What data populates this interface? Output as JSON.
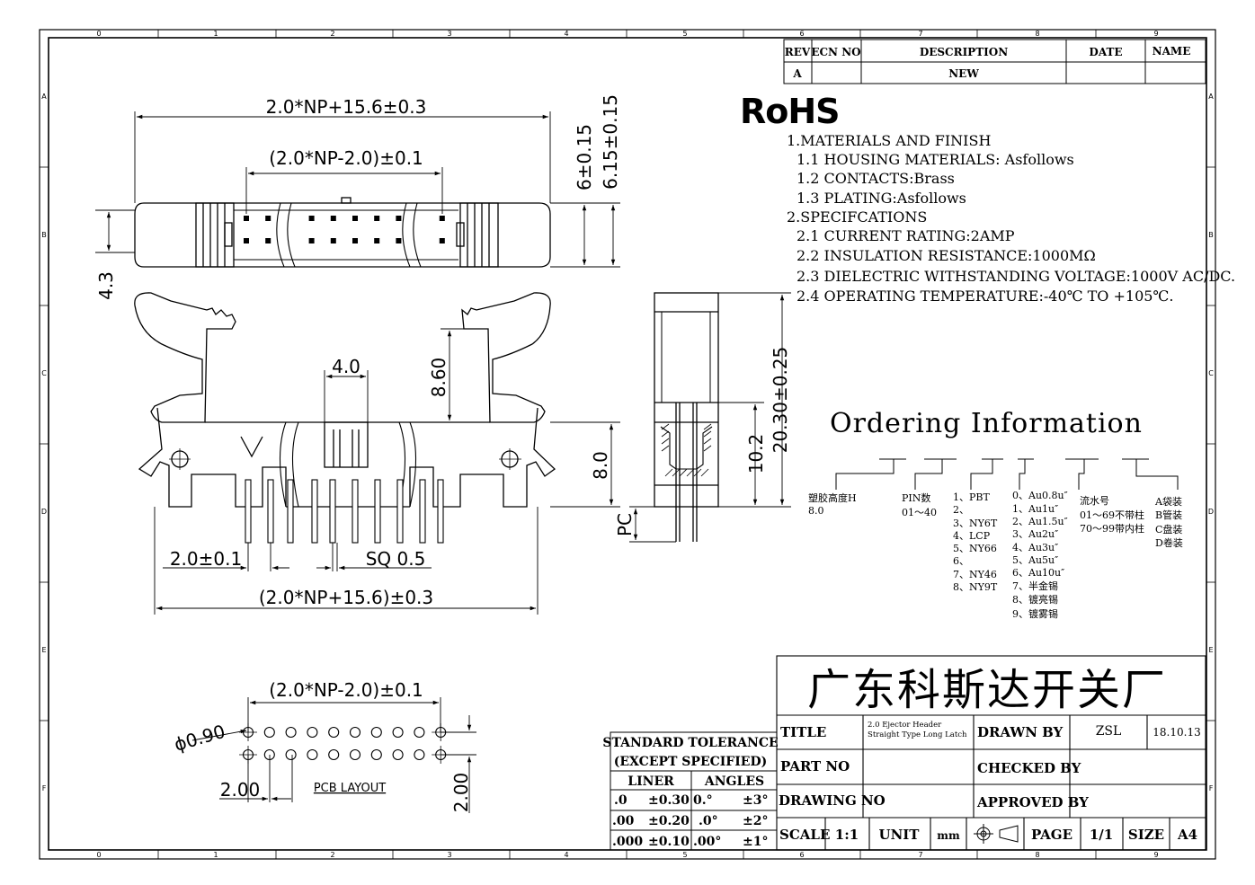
{
  "frame": {
    "col_labels": [
      "0",
      "1",
      "2",
      "3",
      "4",
      "5",
      "6",
      "7",
      "8",
      "9"
    ],
    "row_labels": [
      "A",
      "B",
      "C",
      "D",
      "E",
      "F"
    ]
  },
  "revision_table": {
    "headers": [
      "REV",
      "ECN NO",
      "DESCRIPTION",
      "DATE",
      "NAME"
    ],
    "row": {
      "rev": "A",
      "ecn": "",
      "description": "NEW",
      "date": "",
      "name": ""
    }
  },
  "rohs": "RoHS",
  "specs": [
    "1.MATERIALS AND FINISH",
    "1.1 HOUSING MATERIALS: Asfollows",
    "1.2 CONTACTS:Brass",
    "1.3 PLATING:Asfollows",
    "2.SPECIFCATIONS",
    "2.1 CURRENT RATING:2AMP",
    "2.2 INSULATION RESISTANCE:1000MΩ",
    "2.3 DIELECTRIC WITHSTANDING VOLTAGE:1000V AC/DC.",
    "2.4 OPERATING TEMPERATURE:-40℃ TO +105℃."
  ],
  "dimensions": {
    "top_overall": "2.0*NP+15.6±0.3",
    "top_pitch": "(2.0*NP-2.0)±0.1",
    "top_height_a": "6±0.15",
    "top_height_b": "6.15±0.15",
    "top_left": "4.3",
    "latch_width": "4.0",
    "latch_height": "8.60",
    "body_height": "8.0",
    "pitch": "2.0±0.1",
    "pin_sq": "SQ 0.5",
    "front_overall": "(2.0*NP+15.6)±0.3",
    "side_total": "20.30±0.25",
    "side_upper": "10.2",
    "side_pc": "PC",
    "pcb_pitch": "(2.0*NP-2.0)±0.1",
    "pcb_hole": "ϕ0.90",
    "pcb_x": "2.00",
    "pcb_y": "2.00",
    "pcb_label": "PCB LAYOUT"
  },
  "ordering": {
    "title": "Ordering Information",
    "col1": [
      "塑胶高度H",
      "8.0"
    ],
    "col2": [
      "PIN数",
      "01～40"
    ],
    "col3": [
      "1、PBT",
      "2、",
      "3、NY6T",
      "4、LCP",
      "5、NY66",
      "6、",
      "7、NY46",
      "8、NY9T"
    ],
    "col4": [
      "0、Au0.8u″",
      "1、Au1u″",
      "2、Au1.5u″",
      "3、Au2u″",
      "4、Au3u″",
      "5、Au5u″",
      "6、Au10u″",
      "7、半金锡",
      "8、镀亮锡",
      "9、镀雾锡"
    ],
    "col5": [
      "流水号",
      "01～69不带柱",
      "70～99带内柱"
    ],
    "col6": [
      "A袋装",
      "B管装",
      "C盘装",
      "D卷装"
    ]
  },
  "tolerance": {
    "title1": "STANDARD TOLERANCE",
    "title2": "(EXCEPT  SPECIFIED)",
    "col_liner": "LINER",
    "col_angles": "ANGLES",
    "rows": [
      {
        "a": ".0",
        "b": "±0.30",
        "c": "0.°",
        "d": "±3°"
      },
      {
        "a": ".00",
        "b": "±0.20",
        "c": ".0°",
        "d": "±2°"
      },
      {
        "a": ".000",
        "b": "±0.10",
        "c": ".00°",
        "d": "±1°"
      }
    ]
  },
  "title_block": {
    "company": "广东科斯达开关厂",
    "title_label": "TITLE",
    "title_line1": "2.0 Ejector Header",
    "title_line2": "Straight Type Long Latch",
    "drawn_by_label": "DRAWN BY",
    "drawn_by": "ZSL",
    "drawn_date": "18.10.13",
    "part_no_label": "PART NO",
    "checked_by_label": "CHECKED BY",
    "drawing_no_label": "DRAWING NO",
    "approved_by_label": "APPROVED BY",
    "scale_label": "SCALE",
    "scale": "1:1",
    "unit_label": "UNIT",
    "unit": "mm",
    "page_label": "PAGE",
    "page": "1/1",
    "size_label": "SIZE",
    "size": "A4"
  }
}
